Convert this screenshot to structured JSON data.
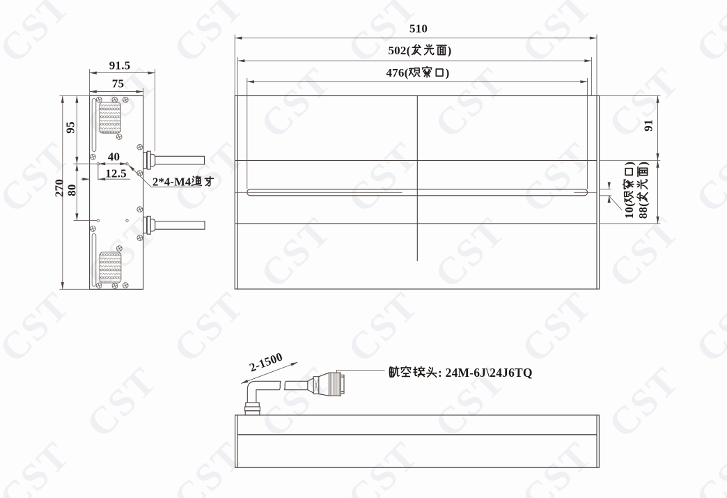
{
  "drawing": {
    "kind": "engineering 3-view drawing of a bar light",
    "line_color": "#474140",
    "background": "#fdfdfd"
  },
  "watermark": {
    "text": "CST",
    "color": "#eff0f3"
  },
  "side_view": {
    "dim_overall_width": "91.5",
    "dim_body_width": "75",
    "dim_top_to_hole": "95",
    "dim_overall_height": "270",
    "dim_hole_span_v": "80",
    "dim_hole_span_h": "40",
    "dim_hole_offset": "12.5",
    "thread_note": "2*4-M4通牙"
  },
  "front_view": {
    "dim_overall_width": "510",
    "dim_emitting_width": "502(发光面)",
    "dim_window_width": "476(观察口)",
    "dim_top_height": "91",
    "dim_window_height": "10(观察口)",
    "dim_emitting_height": "88(发光面)"
  },
  "bottom_view": {
    "dim_cable": "2-1500",
    "connector_note": "航空接头: 24M-6J\\24J6TQ"
  }
}
